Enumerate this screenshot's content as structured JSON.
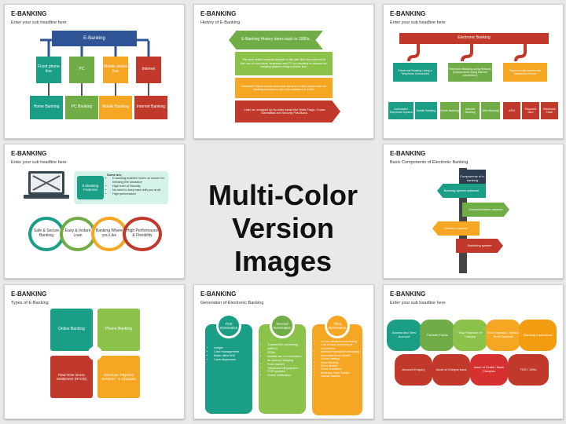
{
  "center": {
    "line1": "Multi-Color",
    "line2": "Version Images"
  },
  "colors": {
    "blue": "#2f5597",
    "green": "#70ad47",
    "orange": "#f5a623",
    "red": "#c0392b",
    "teal": "#1a9e86",
    "navy": "#2c3e50"
  },
  "s1": {
    "title": "E-BANKING",
    "subtitle": "Enter your sub headline here",
    "top": "E-Banking",
    "mid": [
      "Fixed phone line",
      "PC",
      "Mobile phone line",
      "Internet"
    ],
    "bot": [
      "Home Banking",
      "PC Banking",
      "Mobile Banking",
      "Internet Banking"
    ]
  },
  "s2": {
    "title": "E-BANKING",
    "subtitle": "History of E-Banking",
    "items": [
      "E-Banking History dates back to 1980s.",
      "The term online became popular in the late '80s and referred to the use of a terminal, keyboard and TV (or monitor) to access the banking system using a phone line.",
      "Stanford Federal credit union was the first to offer online internet banking services to all of its members in 1994.",
      "Later on, snapped up by other banks like Wells Fargo, Chase Manhattan and Security First Bank."
    ]
  },
  "s3": {
    "title": "E-BANKING",
    "subtitle": "Enter your sub headline here",
    "top": "Electronic Banking",
    "cols": [
      {
        "head": "Electronic Banking Using a Telephone Connection",
        "items": [
          "Automated Telephone System",
          "Mobile Banking"
        ]
      },
      {
        "head": "Electronic Banking using Network (independent using internet connection)",
        "items": [
          "Home Banking",
          "Internet Banking",
          "Web Banking"
        ]
      },
      {
        "head": "Payment instruments and Instruction Forms",
        "items": [
          "ATM",
          "Payment card",
          "Electronic Cash"
        ]
      }
    ]
  },
  "s4": {
    "title": "E-BANKING",
    "subtitle": "Enter your sub headline here",
    "features_label": "E-Banking Features",
    "some_are": "Some are;",
    "bullets": [
      "E-banking enables boxes on screen for blending the clearance",
      "High level of Security",
      "No need to keep cash with you at all",
      "High performance"
    ],
    "circles": [
      "Safe & Secure Banking",
      "Easy & Instant Loan",
      "Banking Where you Like",
      "High Performance & Flexibility"
    ]
  },
  "s5": {
    "title": "E-BANKING",
    "subtitle": "Basic Components of Electronic Banking",
    "arrows": [
      "Components of e-banking",
      "Banking system software",
      "Communication network",
      "Delivery channel",
      "Switching system"
    ]
  },
  "s6": {
    "title": "E-BANKING",
    "subtitle": "Types of E-Banking",
    "pieces": [
      "Online Banking",
      "Phone Banking",
      "Real Time Gross Settlement (RTGS)",
      "Electronic Payment Services - E Cheques"
    ]
  },
  "s7": {
    "title": "E-BANKING",
    "subtitle": "Generation of Electronic Banking",
    "gens": [
      {
        "name": "First Generation",
        "items": [
          "Ledger",
          "Cash management",
          "Basic office MIS",
          "Cash dispensers"
        ]
      },
      {
        "name": "Second Generation",
        "items": [
          "Transaction processing (offline)",
          "ATMs",
          "Limited use of information for account keeping",
          "Fund transfer",
          "Telephone bill payment",
          "POS systems",
          "Check verification"
        ]
      },
      {
        "name": "Third Generation",
        "items": [
          "On-line transaction processing",
          "Cost of early processing of current item",
          "Interbank transaction processing",
          "Automated funds transfer",
          "On-line banking",
          "Home Banking",
          "Direct deposit",
          "Check Truncation",
          "Electronic Fund Transfer",
          "Internet Banking"
        ]
      }
    ]
  },
  "s8": {
    "title": "E-BANKING",
    "subtitle": "Enter your sub headline here",
    "top": [
      "Access and View Account",
      "Transfer Funds",
      "Stop Payment of Cheque",
      "Time Deposits / Special Term Deposits",
      "Standing Instructions"
    ],
    "bottom": [
      "Account Enquiry",
      "Issue of Cheque book",
      "Issue of Drafts / Bank Cheques",
      "TDS / 15Hs"
    ]
  }
}
